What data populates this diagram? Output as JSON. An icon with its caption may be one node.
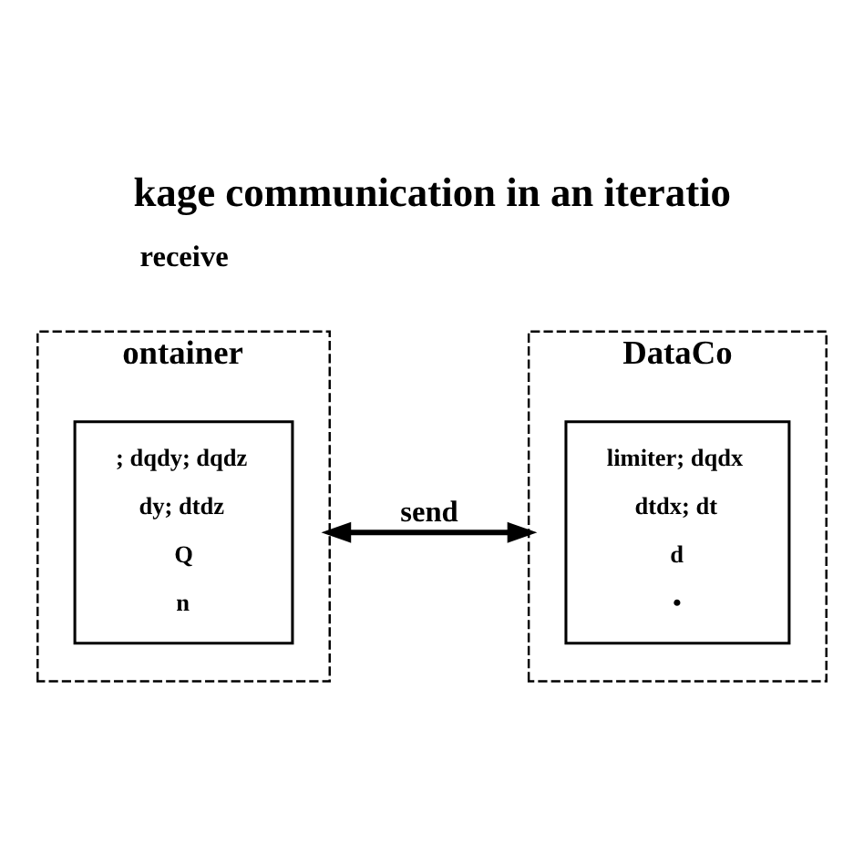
{
  "diagram": {
    "title": "kage communication in an iteratio",
    "nodes": [
      {
        "text": [
          "ontainer"
        ]
      },
      {
        "text": [
          "; dqdy; dqdz",
          "dy; dtdz",
          "Q",
          "n"
        ],
        "in": 0
      },
      {
        "text": [
          "DataCo"
        ]
      },
      {
        "text": [
          "limiter; dqdx",
          "dtdx; dt",
          "d",
          "•"
        ],
        "in": 2
      }
    ],
    "edges": [
      {
        "from": 0,
        "to": 2,
        "arrow": "both",
        "label": "send"
      }
    ],
    "labels": [
      "receive"
    ]
  }
}
